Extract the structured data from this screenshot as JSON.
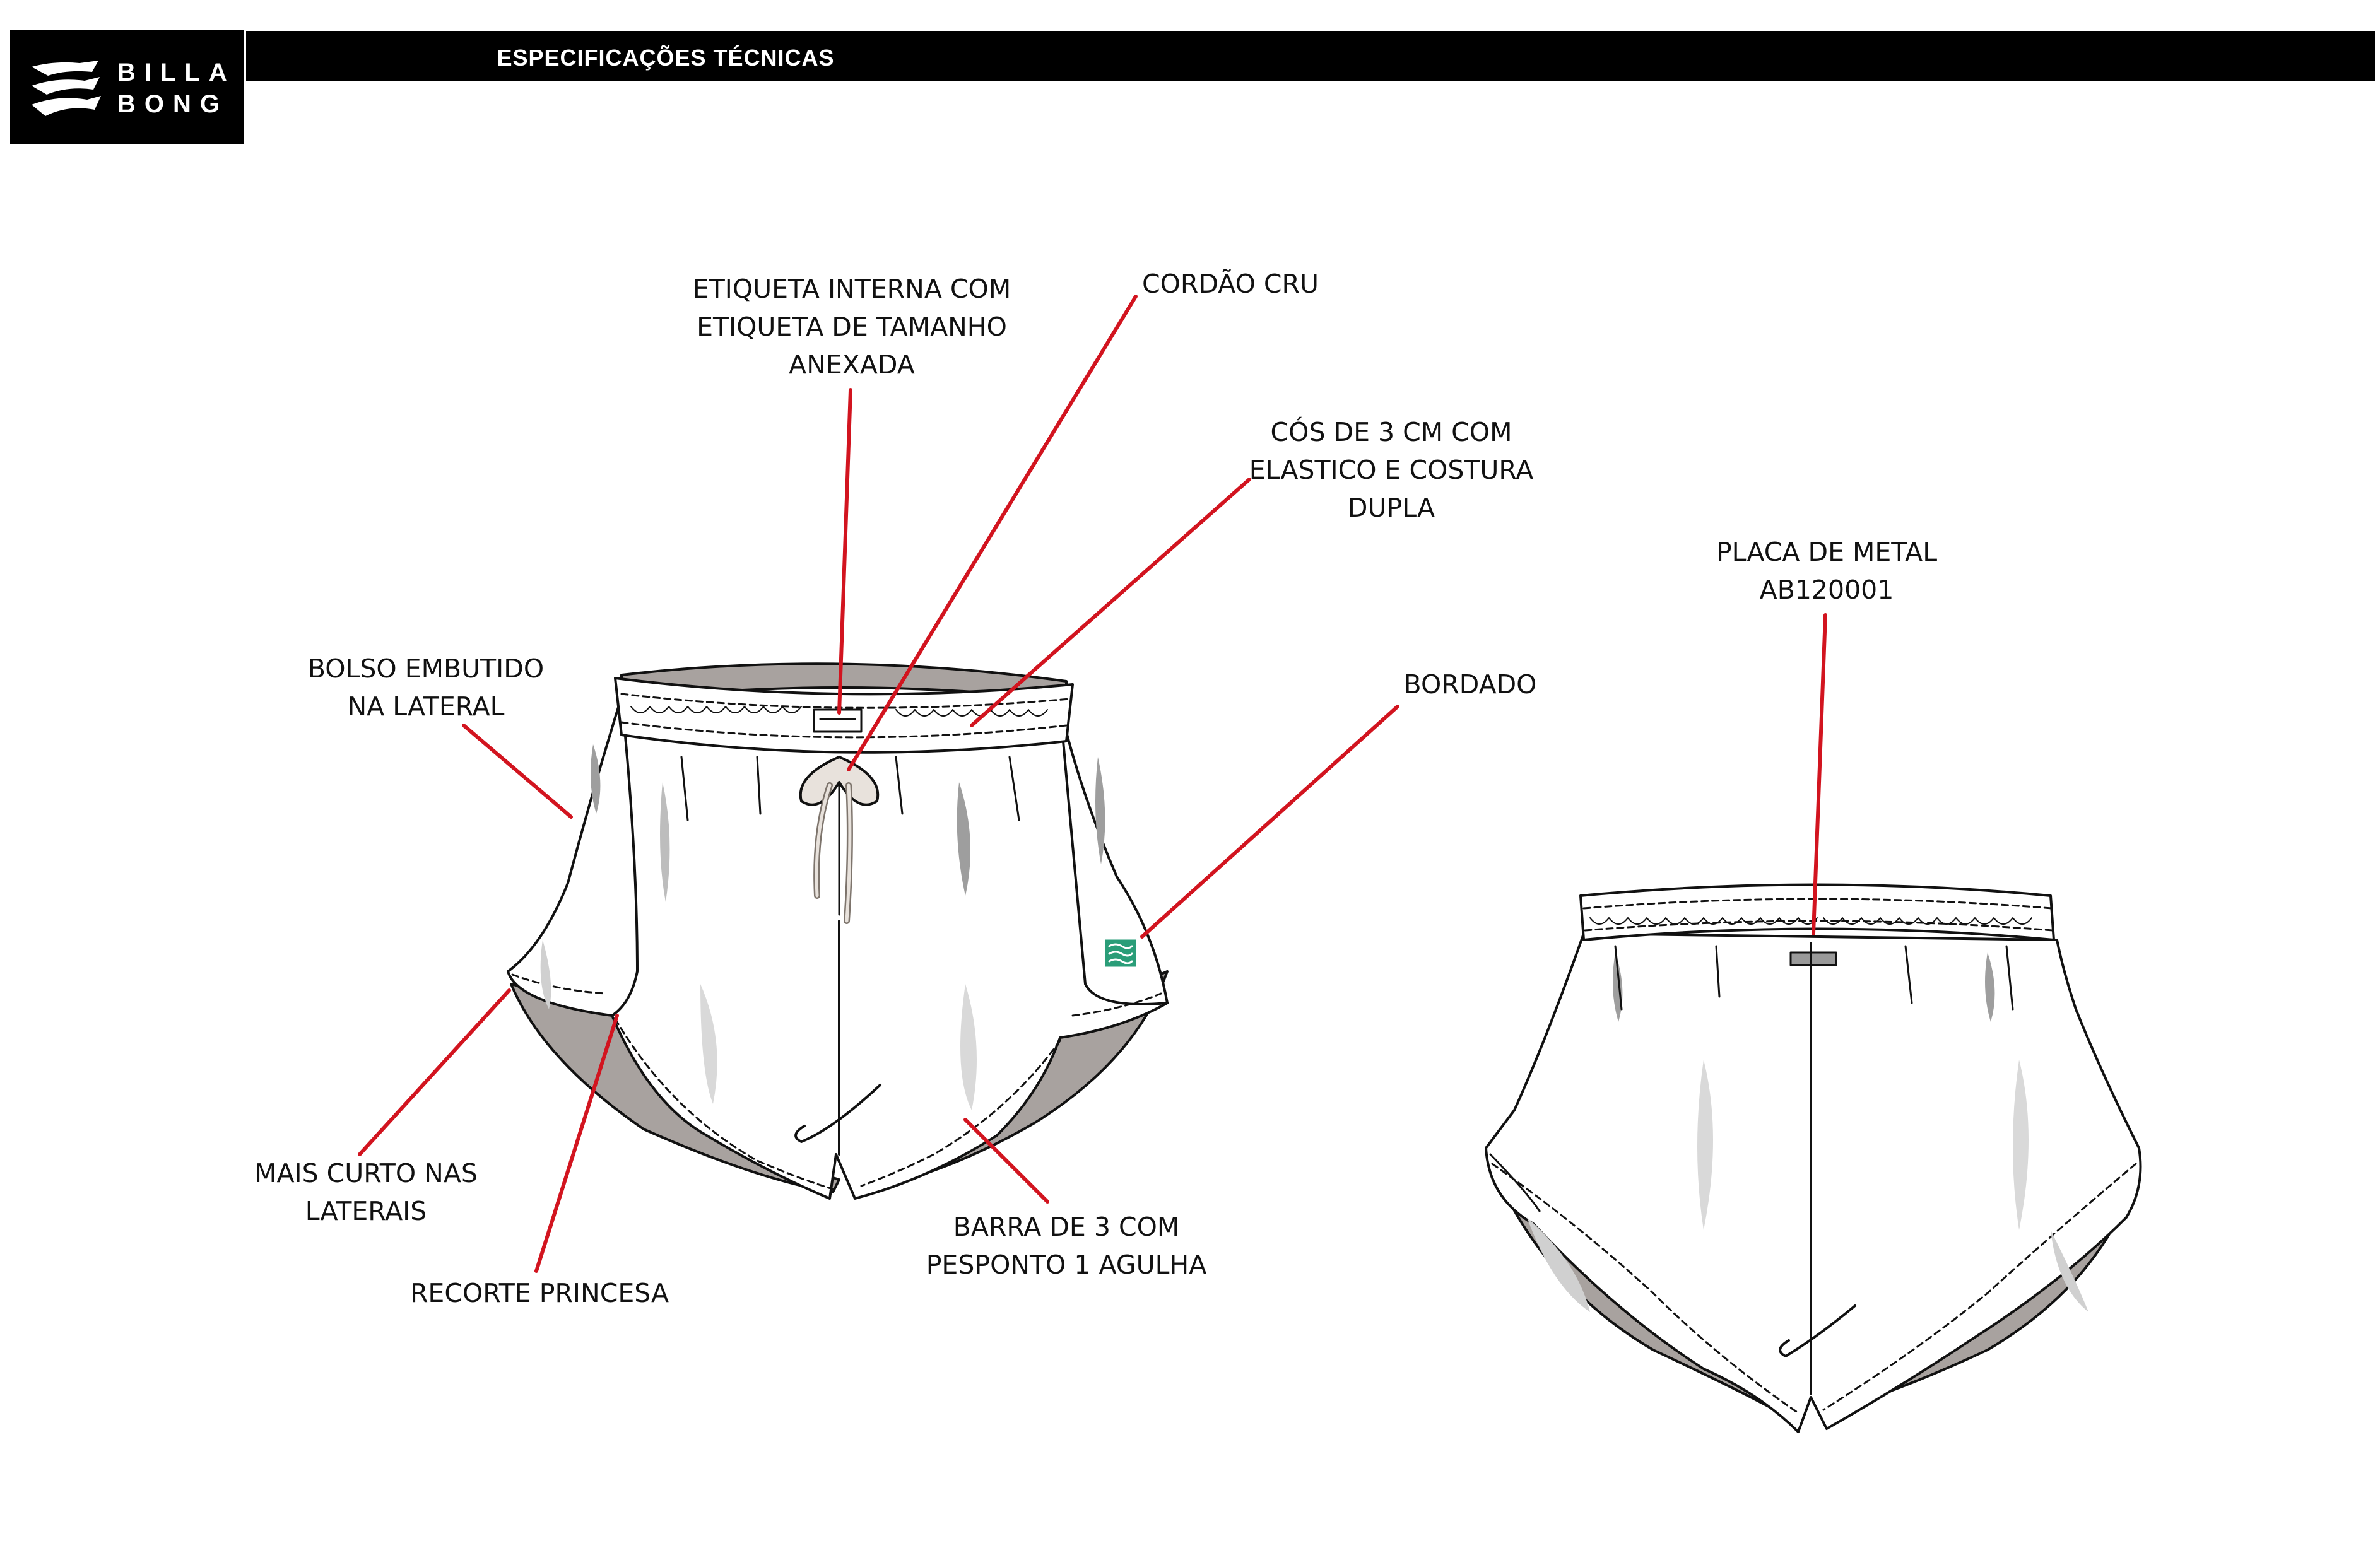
{
  "brand": {
    "logo_line1": "BILLA",
    "logo_line2": "BONG"
  },
  "header": {
    "title": "ESPECIFICAÇÕES TÉCNICAS"
  },
  "colors": {
    "callout_line": "#d2141f",
    "header_bg": "#000000",
    "embroidery": "#2a9d78",
    "shadow_fill": "#a8a29f"
  },
  "callouts": {
    "etiqueta": [
      "ETIQUETA INTERNA COM",
      "ETIQUETA DE TAMANHO",
      "ANEXADA"
    ],
    "cordao": [
      "CORDÃO CRU"
    ],
    "cos": [
      "CÓS DE 3 CM COM",
      "ELASTICO E COSTURA",
      "DUPLA"
    ],
    "placa": [
      "PLACA DE METAL",
      "AB120001"
    ],
    "bolso": [
      "BOLSO EMBUTIDO",
      "NA LATERAL"
    ],
    "bordado": [
      "BORDADO"
    ],
    "mais_curto": [
      "MAIS CURTO NAS",
      "LATERAIS"
    ],
    "recorte": [
      "RECORTE PRINCESA"
    ],
    "barra": [
      "BARRA DE 3 COM",
      "PESPONTO 1 AGULHA"
    ]
  }
}
